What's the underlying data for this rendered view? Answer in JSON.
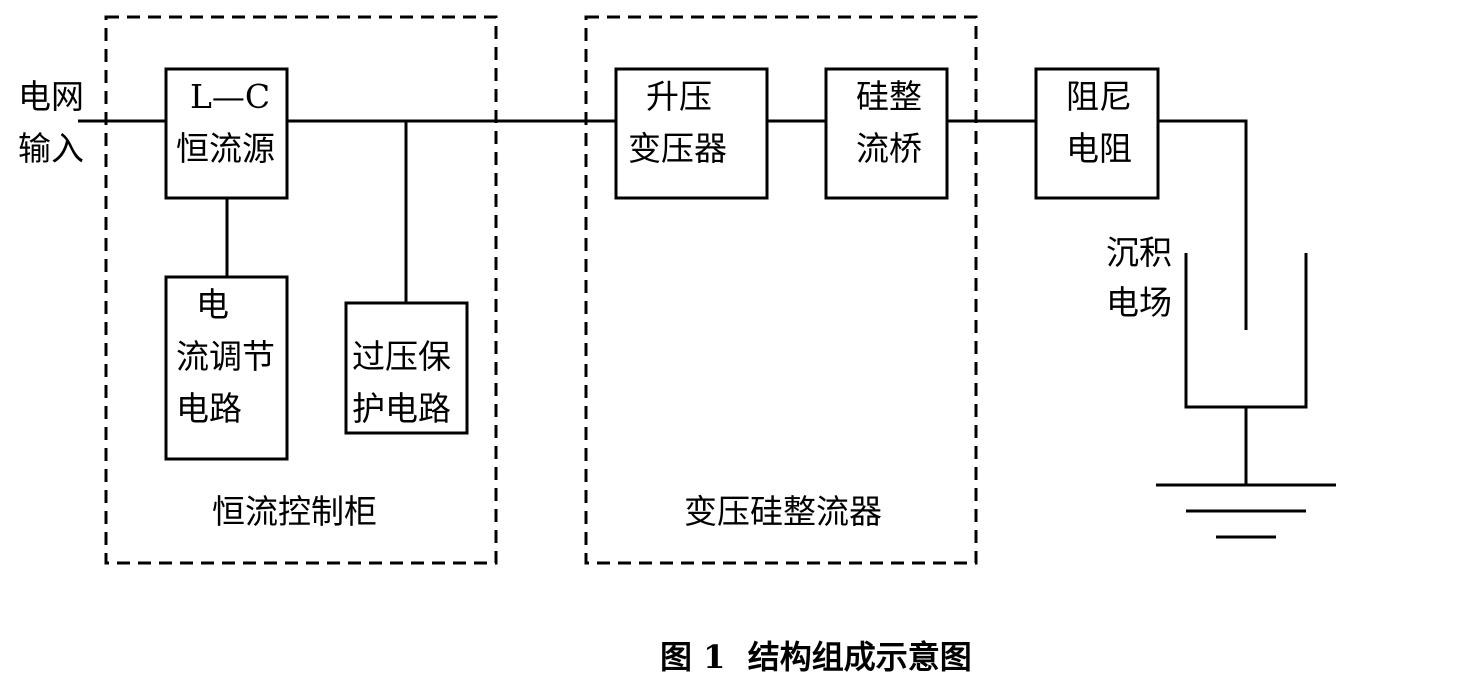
{
  "diagram": {
    "grid_input": [
      "电网",
      "输入"
    ],
    "lc_source": [
      "L—C",
      "恒流源"
    ],
    "current_regulator": [
      "电",
      "流调节",
      "电路"
    ],
    "overvoltage_protection": [
      "过压保",
      "护电路"
    ],
    "control_cabinet_label": "恒流控制柜",
    "step_up_transformer": [
      "升压",
      "变压器"
    ],
    "silicon_rectifier_bridge": [
      "硅整",
      "流桥"
    ],
    "rectifier_group_label": "变压硅整流器",
    "damping_resistor": [
      "阻尼",
      "电阻"
    ],
    "deposition_field": [
      "沉积",
      "电场"
    ]
  },
  "caption": "图 1  结构组成示意图"
}
